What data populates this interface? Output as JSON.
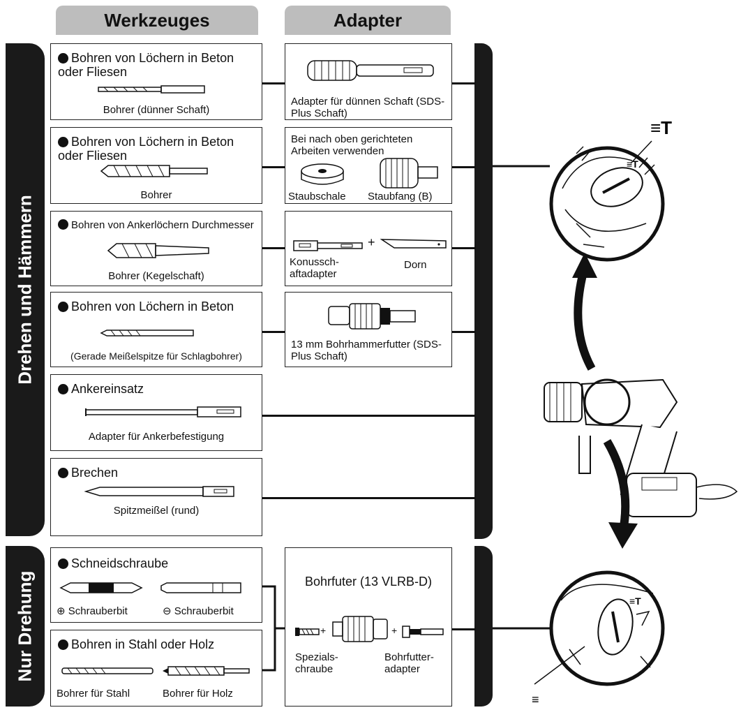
{
  "headers": {
    "tools": "Werkzeuges",
    "adapter": "Adapter"
  },
  "modes": {
    "rotation_hammer": "Drehen und Hämmern",
    "rotation_only": "Nur Drehung"
  },
  "tools": [
    {
      "title": "Bohren von Löchern in Beton oder Fliesen",
      "caption": "Bohrer (dünner Schaft)"
    },
    {
      "title": "Bohren von Löchern in Beton oder Fliesen",
      "caption": "Bohrer"
    },
    {
      "title": "Bohren von Ankerlöchern Durchmesser",
      "caption": "Bohrer (Kegelschaft)"
    },
    {
      "title": "Bohren von Löchern in Beton",
      "caption": "(Gerade Meißelspitze für Schlagbohrer)"
    },
    {
      "title": "Ankereinsatz",
      "caption": "Adapter für Ankerbefestigung"
    },
    {
      "title": "Brechen",
      "caption": "Spitzmeißel (rund)"
    }
  ],
  "tools_rotation": [
    {
      "title": "Schneidschraube",
      "caption_a": "⊕ Schrauberbit",
      "caption_b": "⊖ Schrauberbit"
    },
    {
      "title": "Bohren in Stahl oder Holz",
      "caption_a": "Bohrer für Stahl",
      "caption_b": "Bohrer für Holz"
    }
  ],
  "adapters": {
    "a1": "Adapter für dünnen Schaft (SDS-Plus Schaft)",
    "a2_note": "Bei nach oben gerichteten Arbeiten verwenden",
    "a2_left": "Staubschale",
    "a2_right": "Staubfang (B)",
    "a3_left": "Konussch- aftadapter",
    "a3_right": "Dorn",
    "a4": "13 mm Bohrhammerfutter (SDS-Plus Schaft)",
    "a5_title": "Bohrfuter (13 VLRB-D)",
    "a5_left": "Spezials- chraube",
    "a5_right": "Bohrfutter- adapter",
    "plus": "+"
  },
  "colors": {
    "header_bg": "#bdbdbd",
    "bar": "#1a1a1a"
  }
}
